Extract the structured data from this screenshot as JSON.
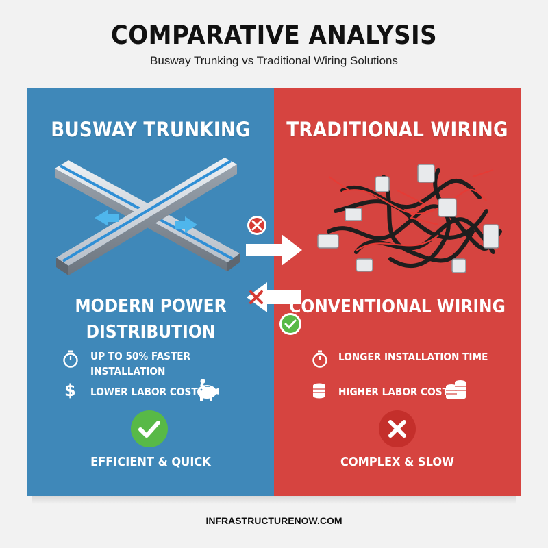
{
  "header": {
    "title": "COMPARATIVE ANALYSIS",
    "subtitle": "Busway Trunking vs Traditional Wiring Solutions"
  },
  "left_panel": {
    "title": "BUSWAY TRUNKING",
    "headline_line1": "MODERN POWER",
    "headline_line2": "DISTRIBUTION",
    "features": [
      {
        "icon": "stopwatch-icon",
        "line1": "UP TO 50% FASTER",
        "line2": "INSTALLATION"
      },
      {
        "icon": "dollar-icon",
        "line1": "LOWER LABOR COSTS",
        "extra_icon": "piggy-bank-icon"
      }
    ],
    "badge_icon": "check-circle-icon",
    "badge_label": "EFFICIENT & QUICK",
    "color": "#3f88b9"
  },
  "right_panel": {
    "title": "TRADITIONAL WIRING",
    "headline": "CONVENTIONAL WIRING",
    "features": [
      {
        "icon": "stopwatch-icon",
        "line1": "LONGER INSTALLATION TIME"
      },
      {
        "icon": "coin-stack-icon",
        "line1": "HIGHER LABOR COSTS",
        "extra_icon": "coin-stack-icon"
      }
    ],
    "badge_icon": "x-circle-icon",
    "badge_label": "COMPLEX & SLOW",
    "color": "#d64440"
  },
  "colors": {
    "check_green": "#58b947",
    "cross_red": "#d63a34"
  },
  "footer": {
    "source": "INFRASTRUCTURENOW.COM"
  }
}
